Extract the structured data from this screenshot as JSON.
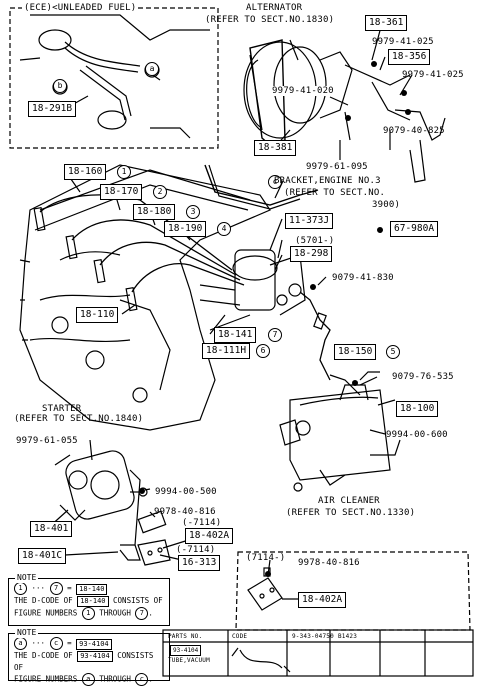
{
  "inset_top": {
    "title": "(ECE)<UNLEADED FUEL)",
    "label_a": "a",
    "label_b": "b",
    "ref": "18-291B"
  },
  "alternator": {
    "title": "ALTERNATOR",
    "refer": "(REFER TO SECT.NO.1830)",
    "ref_main": "18-361",
    "ref_381": "18-381",
    "ref_356": "18-356",
    "p1": "9979-41-025",
    "p2": "9979-41-025",
    "p3": "9979-41-020",
    "p4": "9079-40-825",
    "p5": "9979-61-095"
  },
  "bracket": {
    "label_c": "c",
    "title": "BRACKET,ENGINE NO.3",
    "refer": "(REFER TO SECT.NO.",
    "refer2": "3900)"
  },
  "plug_wires": [
    {
      "ref": "18-160",
      "n": "1"
    },
    {
      "ref": "18-170",
      "n": "2"
    },
    {
      "ref": "18-180",
      "n": "3"
    },
    {
      "ref": "18-190",
      "n": "4"
    }
  ],
  "parts": {
    "r11_373j": "11-373J",
    "r5701": "(5701-)",
    "r18_298": "18-298",
    "r67_980a": "67-980A",
    "p9079_41_830": "9079-41-830",
    "r18_110": "18-110",
    "r18_141": "18-141",
    "n7": "7",
    "r18_111h": "18-111H",
    "n6": "6",
    "r18_150": "18-150",
    "n5": "5",
    "p9079_76_535": "9079-76-535",
    "r18_100": "18-100",
    "p9994_00_600": "9994-00-600"
  },
  "air_cleaner": {
    "title": "AIR CLEANER",
    "refer": "(REFER TO SECT.NO.1330)"
  },
  "starter": {
    "title": "STARTER",
    "refer": "(REFER TO SECT.NO.1840)",
    "p1": "9979-61-055",
    "p2": "9994-00-500",
    "p3": "9978-40-816",
    "p4": "(-7114)",
    "r402a": "18-402A",
    "p5": "(-7114)",
    "r16_313": "16-313",
    "r18_401": "18-401",
    "r18_401c": "18-401C"
  },
  "inset_bottom": {
    "p1": "(7114-)",
    "p2": "9978-40-816",
    "r402a": "18-402A"
  },
  "note1": {
    "title": "NOTE",
    "line1_a": "1",
    "line1_b": "7",
    "line1_ref": "18-140",
    "line2": "THE D-CODE OF",
    "line2_ref": "18-140",
    "line2_b": "CONSISTS OF",
    "line3": "FIGURE NUMBERS",
    "line3_a": "1",
    "line3_through": "THROUGH",
    "line3_b": "7"
  },
  "note2": {
    "title": "NOTE",
    "line1_a": "a",
    "line1_b": "c",
    "line1_ref": "93-4104",
    "line2": "THE D-CODE OF",
    "line2_ref": "93-4104",
    "line2_b": "CONSISTS OF",
    "line3": "FIGURE NUMBERS",
    "line3_a": "a",
    "line3_through": "THROUGH",
    "line3_b": "c"
  },
  "legend": {
    "h1": "PARTS NO.",
    "h2": "CODE",
    "item1": "93-4104",
    "item2": "TUBE,VACUUM",
    "col_a": "9-343-04750",
    "col_b": "B1423"
  }
}
